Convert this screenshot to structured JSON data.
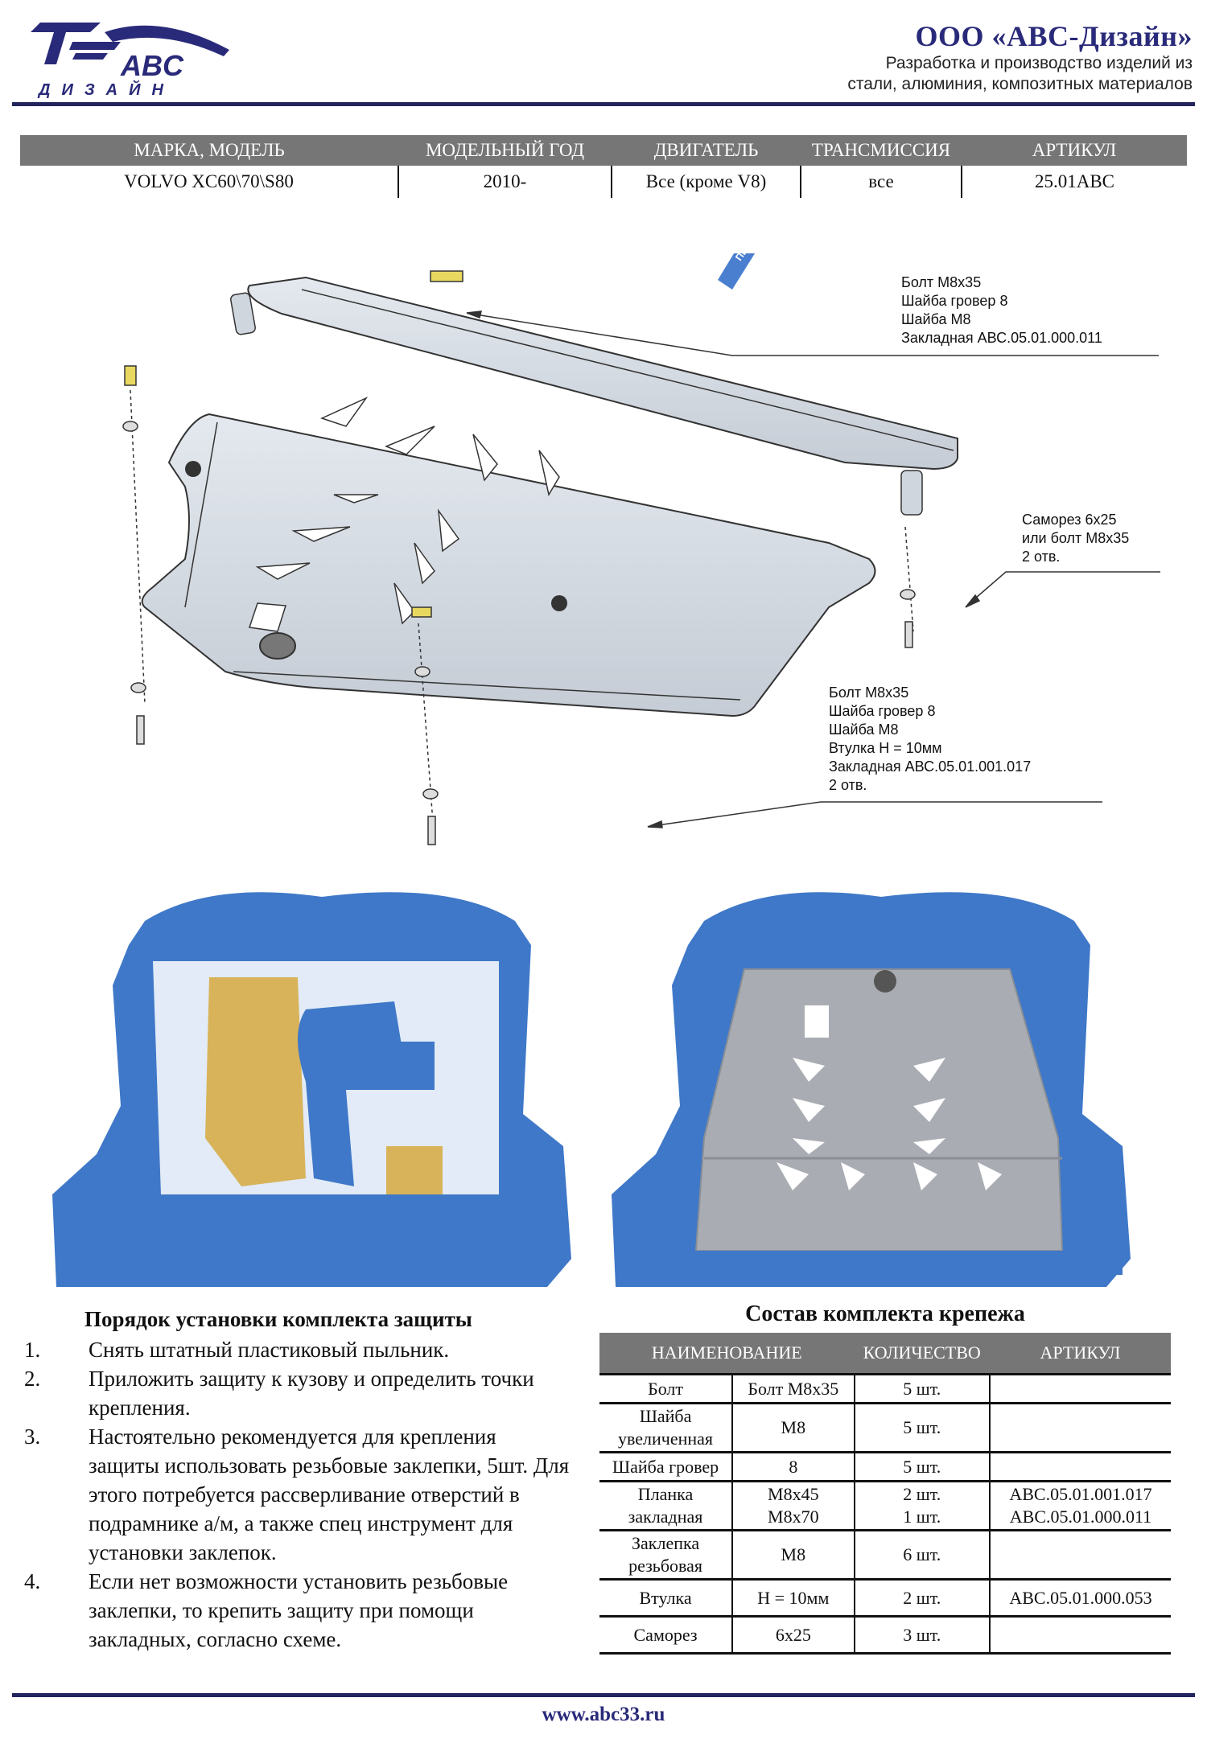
{
  "header": {
    "logo_top": "ABC",
    "logo_bottom": "ДИЗАЙН",
    "company_name": "ООО «АВС-Дизайн»",
    "tagline_1": "Разработка и производство изделий из",
    "tagline_2": "стали, алюминия, композитных материалов"
  },
  "spec_table": {
    "headers": [
      "МАРКА, МОДЕЛЬ",
      "МОДЕЛЬНЫЙ ГОД",
      "ДВИГАТЕЛЬ",
      "ТРАНСМИССИЯ",
      "АРТИКУЛ"
    ],
    "row": [
      "VOLVO XC60\\70\\S80",
      "2010-",
      "Все (кроме V8)",
      "все",
      "25.01ABC"
    ]
  },
  "drawing": {
    "direction_label": "ПЕРЕД",
    "callout_top": [
      "Болт М8х35",
      "Шайба гровер 8",
      "Шайба М8",
      "Закладная  АВС.05.01.000.011"
    ],
    "callout_right": [
      "Саморез 6х25",
      "или болт М8х35",
      "2 отв."
    ],
    "callout_bottom": [
      "Болт М8х35",
      "Шайба гровер 8",
      "Шайба М8",
      "Втулка Н = 10мм",
      "Закладная  АВС.05.01.001.017",
      "2 отв."
    ]
  },
  "instructions": {
    "title": "Порядок установки комплекта защиты",
    "steps": [
      {
        "num": "1.",
        "text": "Снять штатный пластиковый пыльник."
      },
      {
        "num": "2.",
        "text": "Приложить защиту к кузову и определить точки крепления."
      },
      {
        "num": "3.",
        "text": "Настоятельно рекомендуется для крепления защиты использовать резьбовые заклепки, 5шт. Для этого потребуется рассверливание отверстий в подрамнике а/м, а также спец инструмент для установки заклепок."
      },
      {
        "num": "4.",
        "text": "Если нет возможности установить резьбовые заклепки, то крепить защиту при помощи закладных, согласно схеме."
      }
    ]
  },
  "kit": {
    "title": "Состав комплекта крепежа",
    "headers": [
      "НАИМЕНОВАНИЕ",
      "КОЛИЧЕСТВО",
      "АРТИКУЛ"
    ],
    "rows": [
      {
        "name": "Болт",
        "spec": "Болт М8х35",
        "qty": "5 шт.",
        "art": ""
      },
      {
        "name": "Шайба увеличенная",
        "spec": "М8",
        "qty": "5 шт.",
        "art": ""
      },
      {
        "name": "Шайба гровер",
        "spec": "8",
        "qty": "5 шт.",
        "art": ""
      },
      {
        "name": "Планка закладная",
        "spec": "М8х45\nМ8х70",
        "qty": "2 шт.\n1 шт.",
        "art": "АВС.05.01.001.017\nАВС.05.01.000.011"
      },
      {
        "name": "Заклепка резьбовая",
        "spec": "М8",
        "qty": "6 шт.",
        "art": ""
      },
      {
        "name": "Втулка",
        "spec": "Н = 10мм",
        "qty": "2 шт.",
        "art": "АВС.05.01.000.053"
      },
      {
        "name": "Саморез",
        "spec": "6х25",
        "qty": "3 шт.",
        "art": ""
      }
    ]
  },
  "footer": {
    "url": "www.abc33.ru"
  },
  "colors": {
    "brand": "#2a2a7a",
    "rule": "#23235e",
    "table_header": "#767676",
    "scan_blue": "#3f78c8",
    "engine_yellow": "#d8b35a",
    "plate_gray": "#a9adb3"
  }
}
